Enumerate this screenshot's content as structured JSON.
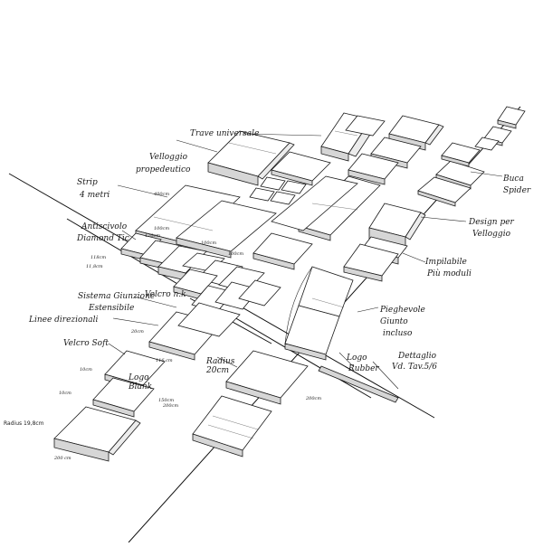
{
  "labels": {
    "trave": "Trave universale",
    "velloggio": "Velloggio",
    "propedeutico": "propedeutico",
    "strip": "Strip",
    "metri": "4 metri",
    "antiscivolo": "Antiscivolo",
    "diamond": "Diamond Tic",
    "sistema": "Sistema Giunzione",
    "estensibile": "Estensibile",
    "velcro_nk": "Velcro n.k",
    "linee": "Linee direzionali",
    "velcro_soft": "Velcro Soft",
    "logo_blank": "Logo",
    "blank": "Blank",
    "radius_20": "Radius",
    "radius_20b": "20cm",
    "radius_main": "Radius 19,8cm",
    "logo_rubber": "Logo",
    "rubber": "Rubber",
    "dettaglio": "Dettaglio",
    "tav": "Vd. Tav.5/6",
    "pieghevole": "Pieghevole",
    "giunto": "Giunto",
    "incluso": "incluso",
    "impilabile": "Impilabile",
    "piu_moduli": "Più moduli",
    "design": "Design per",
    "velloggio2": "Velloggio",
    "buca": "Buca",
    "spider": "Spider"
  },
  "dimensions": {
    "d400": "400cm",
    "d100a": "100cm",
    "d100b": "100cm",
    "d100c": "100cm",
    "d120": "120cm",
    "d118": "118cm",
    "d11_8": "11,8cm",
    "d10a": "10cm",
    "d10b": "10cm",
    "d200a": "200cm",
    "d200b": "200cm",
    "d200c": "200 cm",
    "d116": "116 cm",
    "d150": "150cm",
    "d20": "20cm"
  }
}
